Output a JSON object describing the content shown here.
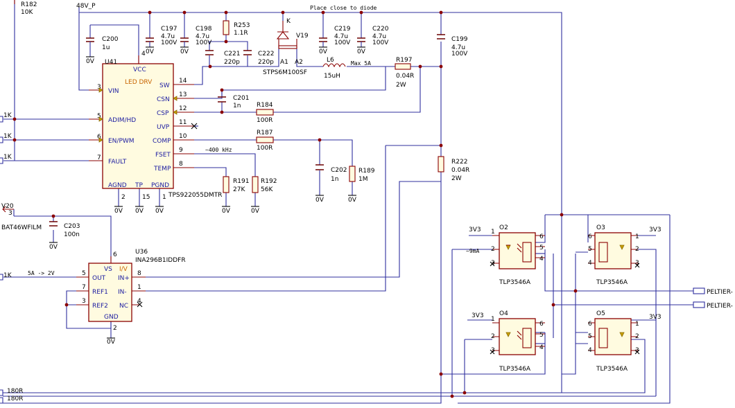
{
  "notes": {
    "place_close": "Place close to diode",
    "max5a": "Max 5A",
    "freq": "~400 kHz",
    "range": "5A -> 2V",
    "ma9": "~9mA"
  },
  "nets": {
    "p48": "48V_P",
    "v0": "0V",
    "v3": "3V3",
    "peltier": "PELTIER-",
    "r180": "180R",
    "k1": "1K"
  },
  "u41": {
    "ref": "U41",
    "part": "TPS922055DMTR",
    "func": "LED DRV",
    "pins": {
      "vcc": "VCC",
      "vin": "VIN",
      "adim": "ADIM/HD",
      "en": "EN/PWM",
      "fault": "FAULT",
      "sw": "SW",
      "csn": "CSN",
      "csp": "CSP",
      "uvp": "UVP",
      "comp": "COMP",
      "fset": "FSET",
      "temp": "TEMP",
      "agnd": "AGND",
      "tp": "TP",
      "pgnd": "PGND"
    },
    "nums": {
      "n4": "4",
      "n3": "3",
      "n5": "5",
      "n6": "6",
      "n7": "7",
      "n14": "14",
      "n13": "13",
      "n12": "12",
      "n11": "11",
      "n10": "10",
      "n9": "9",
      "n8": "8",
      "n2": "2",
      "n15": "15",
      "n1": "1"
    }
  },
  "u36": {
    "ref": "U36",
    "part": "INA296B1IDDFR",
    "func": "I/V",
    "pins": {
      "vs": "VS",
      "out": "OUT",
      "ref1": "REF1",
      "ref2": "REF2",
      "gnd": "GND",
      "inp": "IN+",
      "inn": "IN-",
      "nc": "NC"
    },
    "nums": {
      "n6": "6",
      "n5": "5",
      "n7": "7",
      "n3": "3",
      "n2": "2",
      "n8": "8",
      "n1": "1",
      "n4": "4"
    }
  },
  "parts": {
    "r182": {
      "ref": "R182",
      "val": "10K"
    },
    "c200": {
      "ref": "C200",
      "val": "1u"
    },
    "c197": {
      "ref": "C197",
      "val": "4.7u",
      "v": "100V"
    },
    "c198": {
      "ref": "C198",
      "val": "4.7u",
      "v": "100V"
    },
    "r253": {
      "ref": "R253",
      "val": "1.1R"
    },
    "c221": {
      "ref": "C221",
      "val": "220p"
    },
    "c222": {
      "ref": "C222",
      "val": "220p"
    },
    "v19": {
      "ref": "V19",
      "part": "STPS6M100SF",
      "k": "K",
      "a1": "A1",
      "a2": "A2"
    },
    "c219": {
      "ref": "C219",
      "val": "4.7u",
      "v": "100V"
    },
    "c220": {
      "ref": "C220",
      "val": "4.7u",
      "v": "100V"
    },
    "c199": {
      "ref": "C199",
      "val": "4.7u",
      "v": "100V"
    },
    "l6": {
      "ref": "L6",
      "val": "15uH"
    },
    "r197": {
      "ref": "R197",
      "val": "0.04R",
      "p": "2W"
    },
    "c201": {
      "ref": "C201",
      "val": "1n"
    },
    "r184": {
      "ref": "R184",
      "val": "100R"
    },
    "r187": {
      "ref": "R187",
      "val": "100R"
    },
    "c202": {
      "ref": "C202",
      "val": "1n"
    },
    "r189": {
      "ref": "R189",
      "val": "1M"
    },
    "r191": {
      "ref": "R191",
      "val": "27K"
    },
    "r192": {
      "ref": "R192",
      "val": "56K"
    },
    "r222": {
      "ref": "R222",
      "val": "0.04R",
      "p": "2W"
    },
    "v20": {
      "ref": "V20",
      "part": "BAT46WFILM",
      "n": "3"
    },
    "c203": {
      "ref": "C203",
      "val": "100n"
    }
  },
  "opto": {
    "part": "TLP3546A",
    "o2": "O2",
    "o3": "O3",
    "o4": "O4",
    "o5": "O5",
    "n1": "1",
    "n2": "2",
    "n3": "3",
    "n4": "4",
    "n5": "5",
    "n6": "6"
  }
}
